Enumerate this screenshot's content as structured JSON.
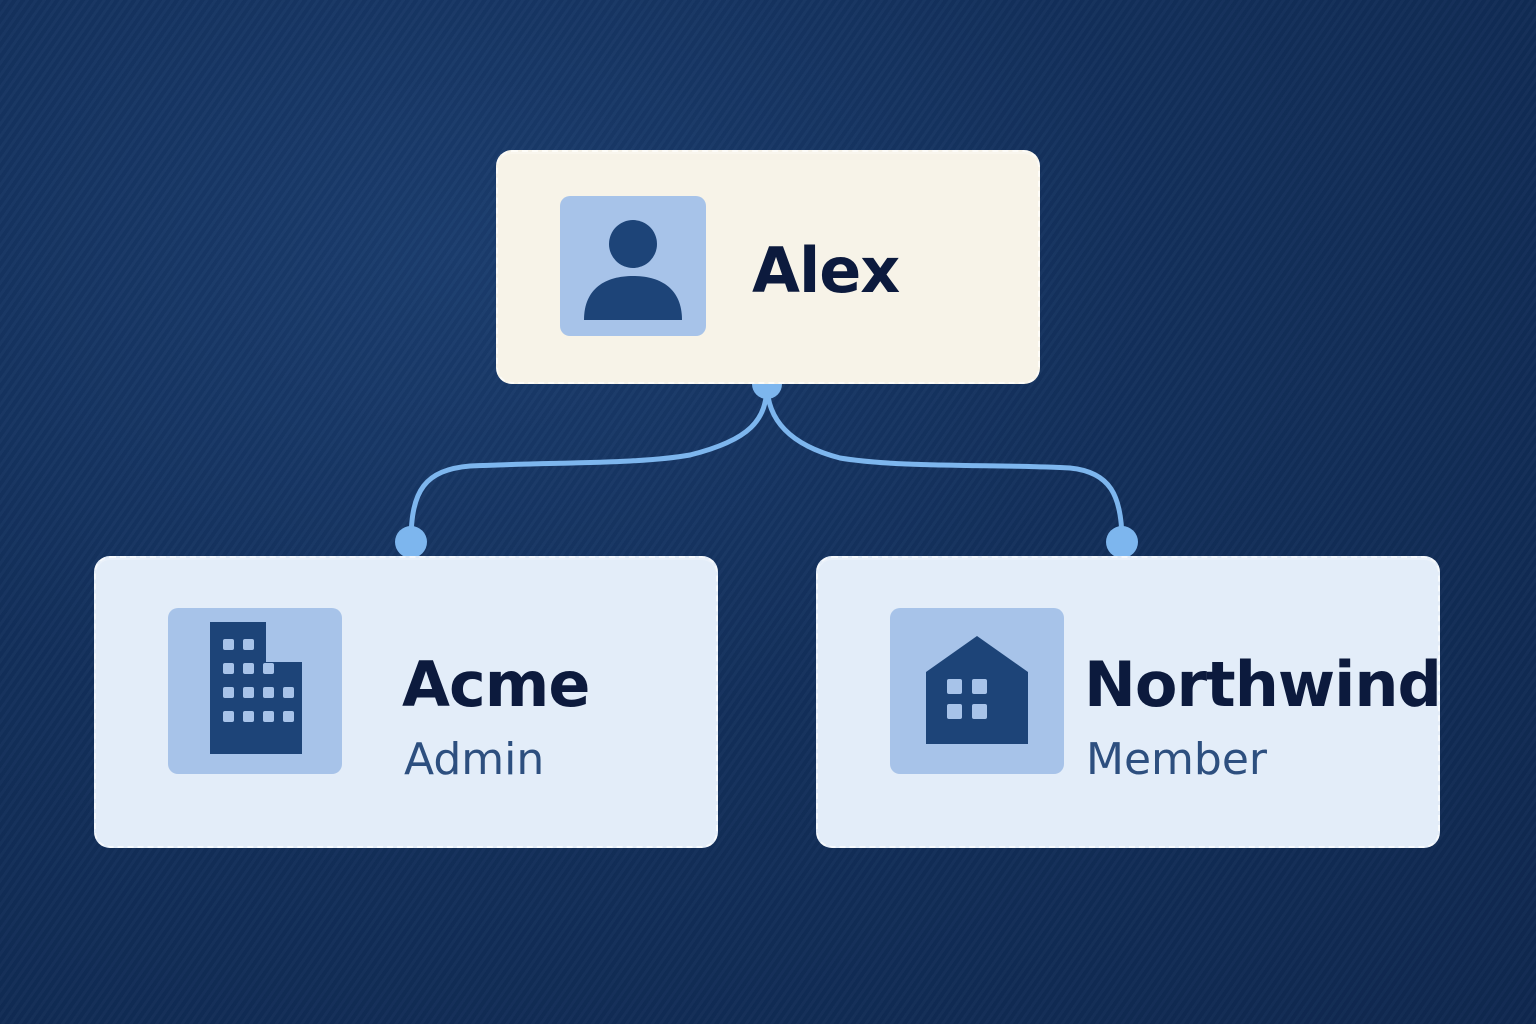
{
  "root": {
    "name": "Alex",
    "icon": "user-icon"
  },
  "organizations": [
    {
      "name": "Acme",
      "role": "Admin",
      "icon": "office-building-icon"
    },
    {
      "name": "Northwind",
      "role": "Member",
      "icon": "house-building-icon"
    }
  ],
  "colors": {
    "background": "#13305c",
    "root_card": "#f7f3e8",
    "org_card": "#e3edf9",
    "icon_tile": "#a7c3e9",
    "icon_glyph": "#1d4478",
    "connector": "#7db6ee",
    "name_text": "#0c1a3d",
    "role_text": "#2d4f7f"
  }
}
